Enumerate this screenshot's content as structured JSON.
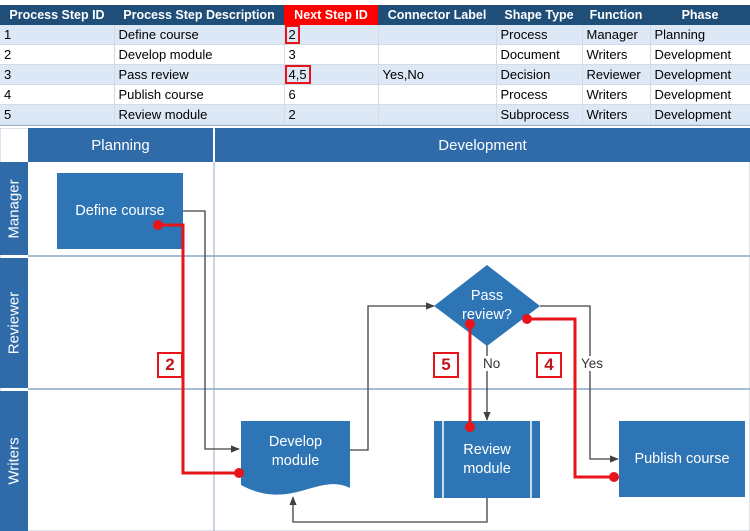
{
  "table": {
    "headers": [
      "Process Step ID",
      "Process Step Description",
      "Next Step ID",
      "Connector Label",
      "Shape Type",
      "Function",
      "Phase"
    ],
    "rows": [
      [
        "1",
        "Define course",
        "2",
        "",
        "Process",
        "Manager",
        "Planning"
      ],
      [
        "2",
        "Develop module",
        "3",
        "",
        "Document",
        "Writers",
        "Development"
      ],
      [
        "3",
        "Pass review",
        "4,5",
        "Yes,No",
        "Decision",
        "Reviewer",
        "Development"
      ],
      [
        "4",
        "Publish course",
        "6",
        "",
        "Process",
        "Writers",
        "Development"
      ],
      [
        "5",
        "Review module",
        "2",
        "",
        "Subprocess",
        "Writers",
        "Development"
      ]
    ]
  },
  "diagram": {
    "phases": [
      "Planning",
      "Development"
    ],
    "lanes": [
      "Manager",
      "Reviewer",
      "Writers"
    ],
    "shapes": {
      "define_course": "Define course",
      "develop_module": [
        "Develop",
        "module"
      ],
      "pass_review": [
        "Pass",
        "review?"
      ],
      "review_module": [
        "Review",
        "module"
      ],
      "publish_course": "Publish course"
    },
    "connector_labels": {
      "no": "No",
      "yes": "Yes"
    },
    "callouts": [
      "2",
      "5",
      "4"
    ]
  },
  "colors": {
    "header_dark": "#1f4e79",
    "highlight": "#ff0000",
    "row_band": "#dde8f6",
    "lane_header": "#2e6ba8",
    "shape_fill": "#2e75b6",
    "annotation": "#e8141b"
  }
}
